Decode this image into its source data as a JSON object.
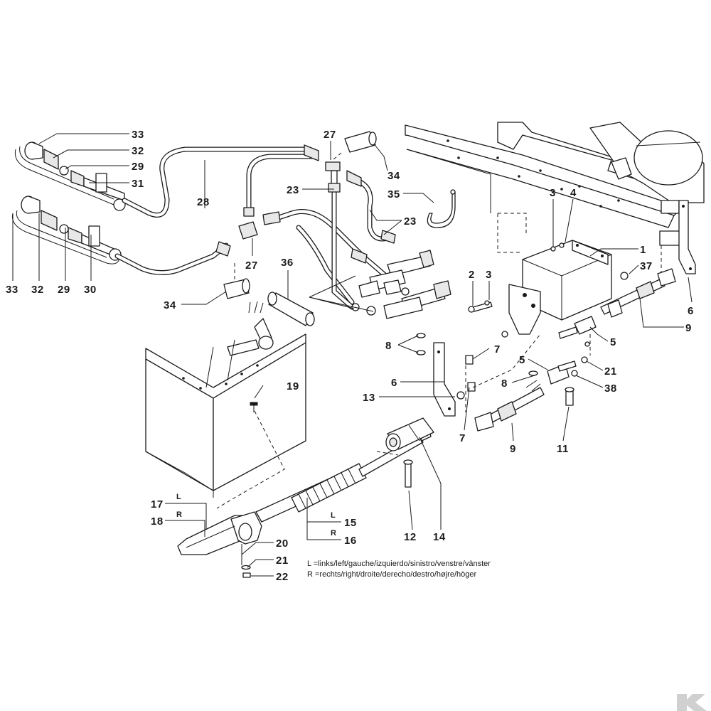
{
  "callouts": [
    {
      "id": "c33a",
      "text": "33"
    },
    {
      "id": "c32a",
      "text": "32"
    },
    {
      "id": "c29a",
      "text": "29"
    },
    {
      "id": "c31",
      "text": "31"
    },
    {
      "id": "c28",
      "text": "28"
    },
    {
      "id": "c33b",
      "text": "33"
    },
    {
      "id": "c32b",
      "text": "32"
    },
    {
      "id": "c29b",
      "text": "29"
    },
    {
      "id": "c30",
      "text": "30"
    },
    {
      "id": "c27a",
      "text": "27"
    },
    {
      "id": "c34a",
      "text": "34"
    },
    {
      "id": "c23a",
      "text": "23"
    },
    {
      "id": "c35",
      "text": "35"
    },
    {
      "id": "c23b",
      "text": "23"
    },
    {
      "id": "c27b",
      "text": "27"
    },
    {
      "id": "c36",
      "text": "36"
    },
    {
      "id": "c34b",
      "text": "34"
    },
    {
      "id": "c3a",
      "text": "3"
    },
    {
      "id": "c4",
      "text": "4"
    },
    {
      "id": "c1",
      "text": "1"
    },
    {
      "id": "c37",
      "text": "37"
    },
    {
      "id": "c2",
      "text": "2"
    },
    {
      "id": "c3b",
      "text": "3"
    },
    {
      "id": "c6a",
      "text": "6"
    },
    {
      "id": "c9a",
      "text": "9"
    },
    {
      "id": "c5a",
      "text": "5"
    },
    {
      "id": "c8a",
      "text": "8"
    },
    {
      "id": "c7a",
      "text": "7"
    },
    {
      "id": "c21a",
      "text": "21"
    },
    {
      "id": "c5b",
      "text": "5"
    },
    {
      "id": "c6b",
      "text": "6"
    },
    {
      "id": "c8b",
      "text": "8"
    },
    {
      "id": "c38",
      "text": "38"
    },
    {
      "id": "c13",
      "text": "13"
    },
    {
      "id": "c19",
      "text": "19"
    },
    {
      "id": "c7b",
      "text": "7"
    },
    {
      "id": "c9b",
      "text": "9"
    },
    {
      "id": "c11",
      "text": "11"
    },
    {
      "id": "c17",
      "text": "17"
    },
    {
      "id": "c17L",
      "text": "L"
    },
    {
      "id": "c18",
      "text": "18"
    },
    {
      "id": "c18R",
      "text": "R"
    },
    {
      "id": "c15L",
      "text": "L"
    },
    {
      "id": "c15",
      "text": "15"
    },
    {
      "id": "c16R",
      "text": "R"
    },
    {
      "id": "c16",
      "text": "16"
    },
    {
      "id": "c12",
      "text": "12"
    },
    {
      "id": "c14",
      "text": "14"
    },
    {
      "id": "c20",
      "text": "20"
    },
    {
      "id": "c21b",
      "text": "21"
    },
    {
      "id": "c22",
      "text": "22"
    }
  ],
  "legend": {
    "left": "L =links/left/gauche/izquierdo/sinistro/venstre/vänster",
    "right": "R =rechts/right/droite/derecho/destro/højre/höger"
  },
  "colors": {
    "ink": "#1a1a1a",
    "paper": "#ffffff"
  },
  "icons": {
    "brand_mark": "k-logo-icon"
  }
}
